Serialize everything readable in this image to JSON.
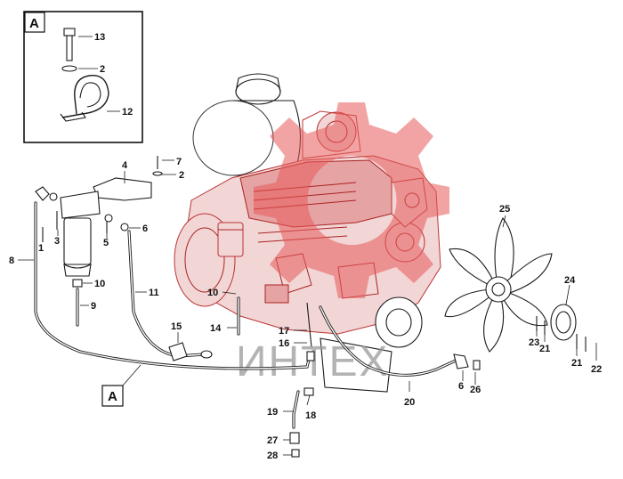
{
  "detail_view": {
    "label": "A"
  },
  "section_ref": {
    "label": "A"
  },
  "watermark": {
    "text": "ИНТЕХ"
  },
  "callouts": {
    "c1": "1",
    "c2a": "2",
    "c2b": "2",
    "c3": "3",
    "c4": "4",
    "c5": "5",
    "c6a": "6",
    "c6b": "6",
    "c7": "7",
    "c8": "8",
    "c9": "9",
    "c10a": "10",
    "c10b": "10",
    "c11": "11",
    "c12": "12",
    "c13": "13",
    "c14": "14",
    "c15": "15",
    "c16": "16",
    "c17": "17",
    "c18": "18",
    "c19": "19",
    "c20": "20",
    "c21a": "21",
    "c21b": "21",
    "c22": "22",
    "c23": "23",
    "c24": "24",
    "c25": "25",
    "c26": "26",
    "c27": "27",
    "c28": "28"
  }
}
